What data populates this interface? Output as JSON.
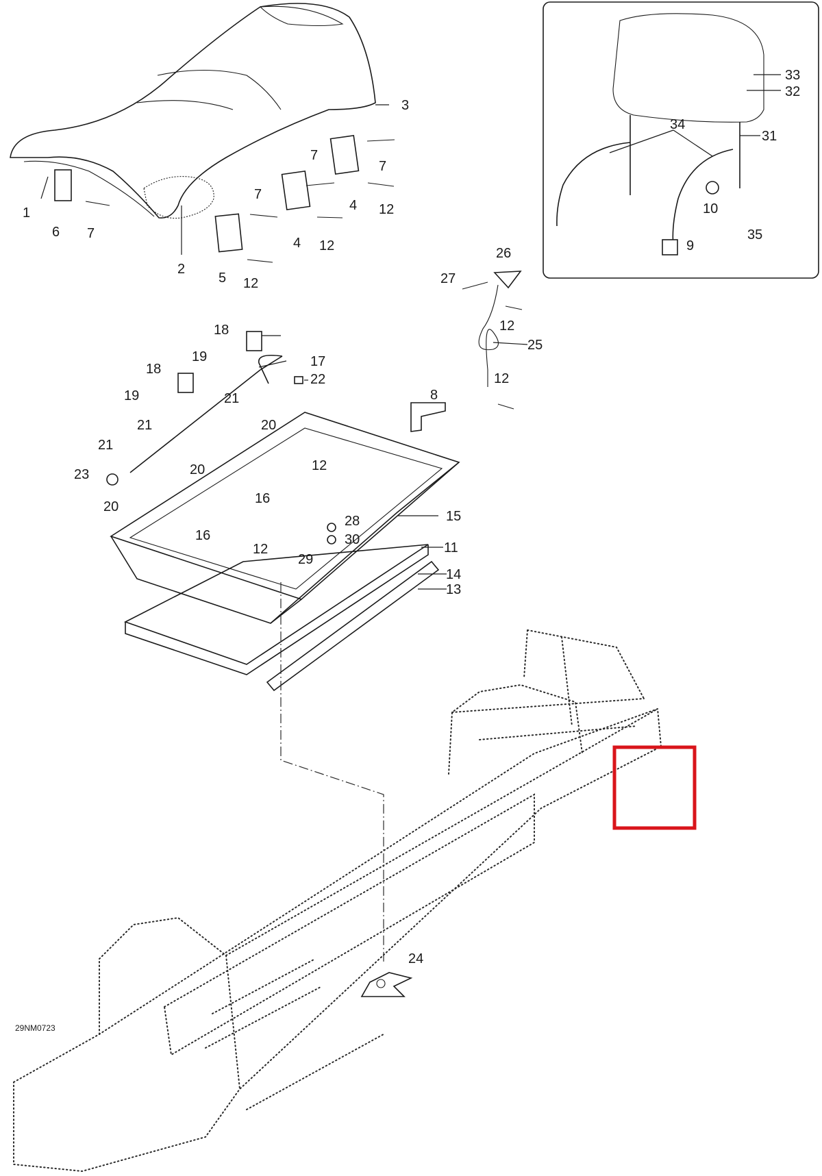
{
  "diagram": {
    "drawing_code": "29NM0723",
    "highlight_color": "#d9151b",
    "callouts": {
      "c1": "1",
      "c2": "2",
      "c3": "3",
      "c4a": "4",
      "c4b": "4",
      "c5": "5",
      "c6": "6",
      "c7a": "7",
      "c7b": "7",
      "c7c": "7",
      "c7d": "7",
      "c8": "8",
      "c9": "9",
      "c10": "10",
      "c11": "11",
      "c12a": "12",
      "c12b": "12",
      "c12c": "12",
      "c12d": "12",
      "c12e": "12",
      "c12f": "12",
      "c12g": "12",
      "c13": "13",
      "c14": "14",
      "c15": "15",
      "c16a": "16",
      "c16b": "16",
      "c17": "17",
      "c18a": "18",
      "c18b": "18",
      "c19a": "19",
      "c19b": "19",
      "c20a": "20",
      "c20b": "20",
      "c20c": "20",
      "c21a": "21",
      "c21b": "21",
      "c21c": "21",
      "c22": "22",
      "c23": "23",
      "c24": "24",
      "c25": "25",
      "c26": "26",
      "c27": "27",
      "c28": "28",
      "c29": "29",
      "c30": "30",
      "c31": "31",
      "c32": "32",
      "c33": "33",
      "c34": "34",
      "c35": "35"
    }
  }
}
